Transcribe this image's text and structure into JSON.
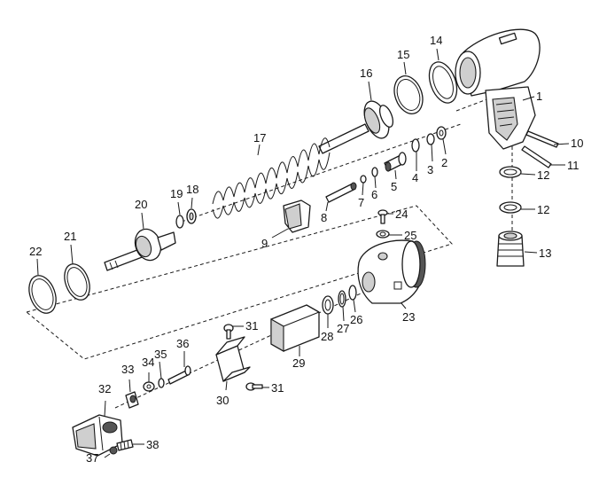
{
  "diagram": {
    "part_numbers": [
      "1",
      "2",
      "3",
      "4",
      "5",
      "6",
      "7",
      "8",
      "9",
      "10",
      "11",
      "12",
      "12",
      "13",
      "14",
      "15",
      "16",
      "17",
      "18",
      "19",
      "20",
      "21",
      "22",
      "23",
      "24",
      "25",
      "26",
      "27",
      "28",
      "29",
      "30",
      "31",
      "31",
      "32",
      "33",
      "34",
      "35",
      "36",
      "37",
      "38"
    ]
  }
}
